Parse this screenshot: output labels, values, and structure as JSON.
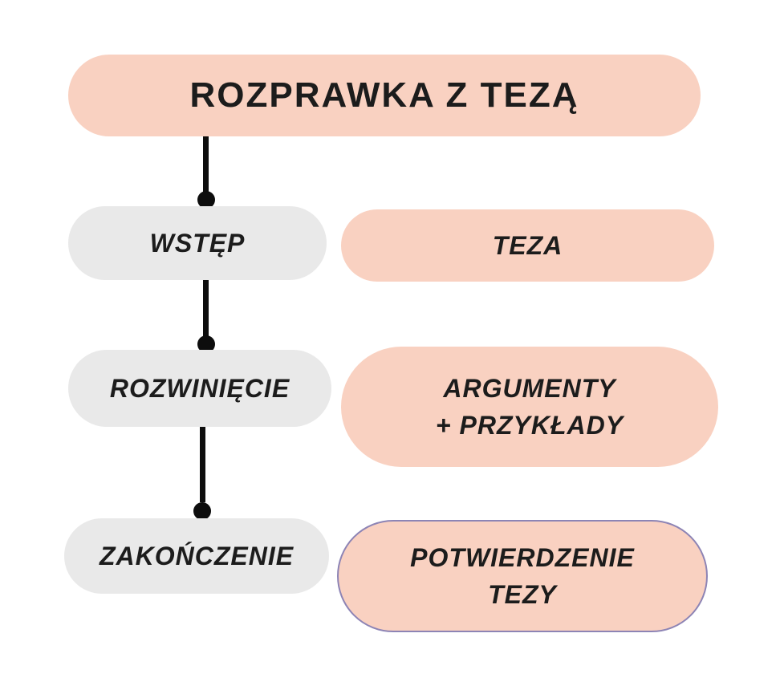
{
  "diagram": {
    "title": "ROZPRAWKA Z TEZĄ",
    "rows": [
      {
        "stage": "WSTĘP",
        "detail_lines": [
          "TEZA"
        ]
      },
      {
        "stage": "ROZWINIĘCIE",
        "detail_lines": [
          "ARGUMENTY",
          "+ PRZYKŁADY"
        ]
      },
      {
        "stage": "ZAKOŃCZENIE",
        "detail_lines": [
          "POTWIERDZENIE",
          "TEZY"
        ]
      }
    ]
  },
  "colors": {
    "pillSalmon": "#f9d1c1",
    "pillGray": "#e9e9e9",
    "outlinePurple": "#8d84b5",
    "connector": "#0d0d0d",
    "text": "#1c1c1c",
    "background": "#ffffff"
  }
}
